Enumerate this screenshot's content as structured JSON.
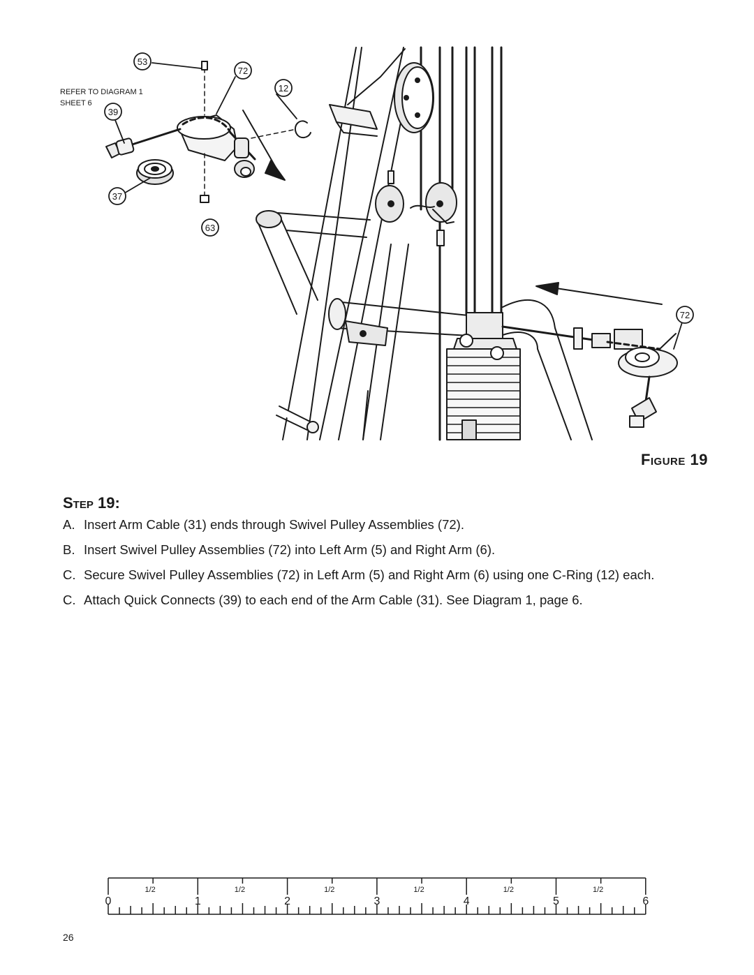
{
  "figure": {
    "caption_word": "Figure",
    "caption_number": "19",
    "callouts": {
      "c53": "53",
      "c72_top": "72",
      "c12": "12",
      "c39": "39",
      "c37": "37",
      "c63": "63",
      "c72_right": "72"
    },
    "refer_note_line1": "REFER TO DIAGRAM 1",
    "refer_note_line2": "SHEET 6"
  },
  "step": {
    "label": "Step",
    "number": "19:"
  },
  "instructions": [
    {
      "letter": "A.",
      "text": "Insert Arm Cable (31) ends through Swivel Pulley Assemblies (72)."
    },
    {
      "letter": "B.",
      "text": "Insert Swivel Pulley Assemblies (72) into Left Arm (5) and Right Arm (6)."
    },
    {
      "letter": "C.",
      "text": "Secure Swivel Pulley Assemblies (72) in Left Arm (5) and Right Arm (6) using one C-Ring (12) each."
    },
    {
      "letter": "C.",
      "text": "Attach Quick Connects (39) to each end of the Arm Cable (31). See Diagram 1, page 6."
    }
  ],
  "ruler": {
    "whole_labels": [
      "0",
      "1",
      "2",
      "3",
      "4",
      "5",
      "6"
    ],
    "half_label": "1/2"
  },
  "page_number": "26"
}
